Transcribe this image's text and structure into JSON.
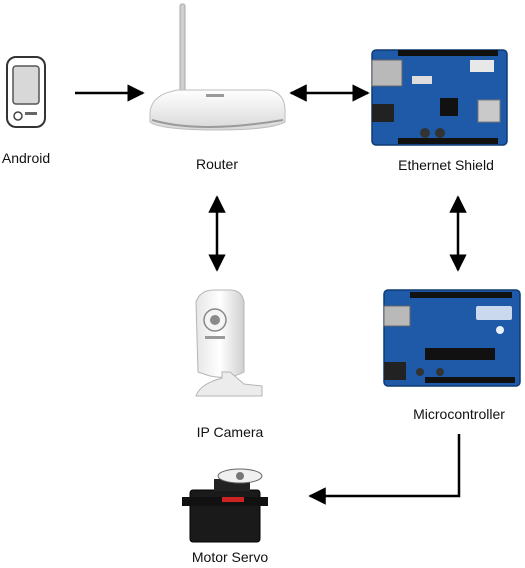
{
  "nodes": {
    "android": {
      "label": "Android",
      "icon": "android-phone-icon"
    },
    "router": {
      "label": "Router",
      "icon": "router-icon"
    },
    "ethernet_shield": {
      "label": "Ethernet Shield",
      "icon": "ethernet-shield-board-icon"
    },
    "ip_camera": {
      "label": "IP Camera",
      "icon": "ip-camera-icon"
    },
    "microcontroller": {
      "label": "Microcontroller",
      "icon": "arduino-uno-board-icon"
    },
    "motor_servo": {
      "label": "Motor Servo",
      "icon": "servo-motor-icon"
    }
  },
  "connections": [
    {
      "from": "android",
      "to": "router",
      "direction": "one-way"
    },
    {
      "from": "router",
      "to": "ethernet_shield",
      "direction": "two-way"
    },
    {
      "from": "router",
      "to": "ip_camera",
      "direction": "two-way"
    },
    {
      "from": "ethernet_shield",
      "to": "microcontroller",
      "direction": "two-way"
    },
    {
      "from": "microcontroller",
      "to": "motor_servo",
      "direction": "one-way"
    }
  ],
  "colors": {
    "arrow": "#000000",
    "board_blue": "#1e5aa8",
    "router_white": "#f2f2f2",
    "servo_black": "#1a1a1a"
  }
}
